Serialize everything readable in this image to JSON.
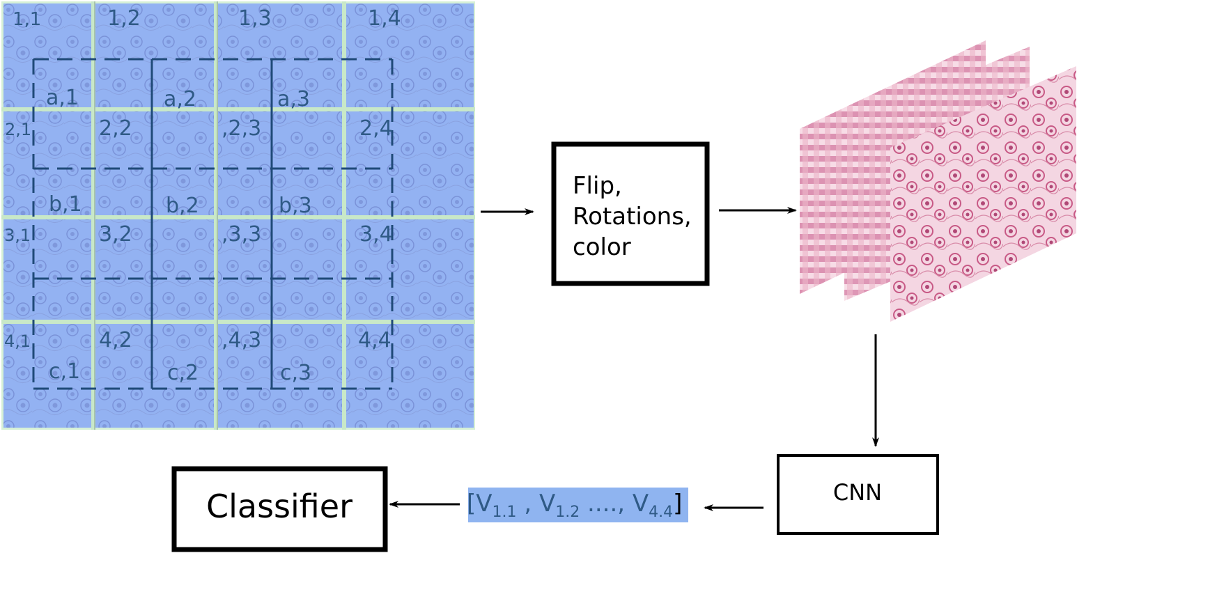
{
  "grid_labels": [
    [
      "1,1",
      "1,2",
      "1,3",
      "1,4"
    ],
    [
      "2,1",
      "2,2",
      ",2,3",
      "2,4"
    ],
    [
      "3,1",
      "3,2",
      ",3,3",
      "3,4"
    ],
    [
      "4,1",
      "4,2",
      ",4,3",
      "4,4"
    ]
  ],
  "patch_labels": [
    [
      "a,1",
      "a,2",
      "a,3"
    ],
    [
      "b,1",
      "b,2",
      "b,3"
    ],
    [
      "c,1",
      "c,2",
      "c,3"
    ]
  ],
  "augment_box": {
    "line1": "Flip,",
    "line2": "Rotations,",
    "line3": "color"
  },
  "cnn_label": "CNN",
  "classifier_label": "Classifier",
  "vector": {
    "open": "[",
    "v1": "V",
    "s1": "1.1",
    "sep1": " , ",
    "v2": "V",
    "s2": "1.2",
    "dots": " ...., ",
    "v3": "V",
    "s3": "4.4",
    "close": "]"
  },
  "colors": {
    "tile_fill": "#8fb0f0",
    "tile_border": "#c8e8c8",
    "label_text": "#2f5a86",
    "tissue_pink": "#e8a8c0",
    "vector_highlight": "#8fb4f0"
  }
}
